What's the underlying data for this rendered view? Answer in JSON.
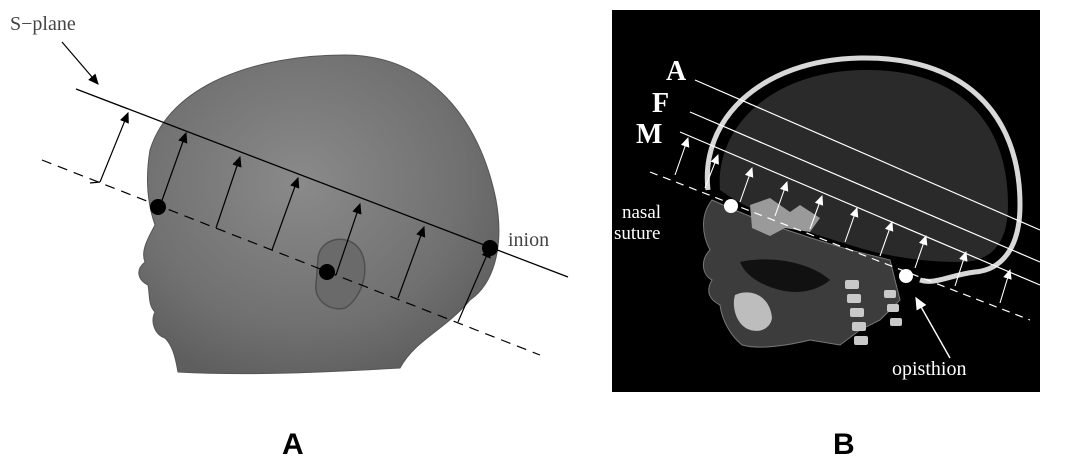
{
  "panel_a": {
    "caption": "A",
    "labels": {
      "plane": "S−plane",
      "landmark": "inion"
    }
  },
  "panel_b": {
    "caption": "B",
    "planes": [
      "A",
      "F",
      "M"
    ],
    "labels": {
      "nasal_1": "nasal",
      "nasal_2": "suture",
      "opisthion": "opisthion"
    }
  },
  "colors": {
    "head": "#777777",
    "ct_background": "#000000",
    "line": "#000000"
  }
}
